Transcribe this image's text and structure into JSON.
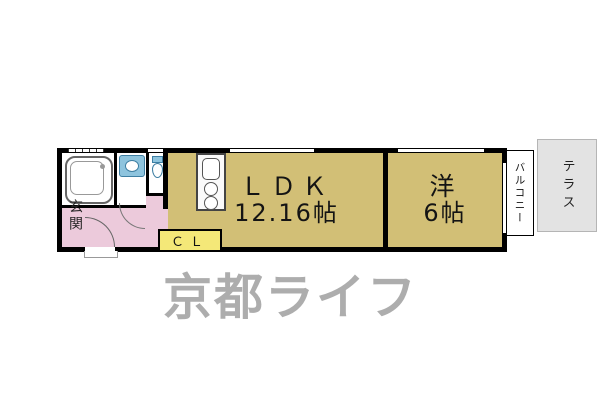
{
  "watermark": {
    "text": "京都ライフ"
  },
  "rooms": {
    "ldk": {
      "name": "ＬＤＫ",
      "area": "12.16帖"
    },
    "western": {
      "name": "洋",
      "area": "6帖"
    },
    "closet": {
      "label": "ＣＬ"
    },
    "entrance": {
      "label": "玄関"
    },
    "balcony": {
      "label": "バルコニー"
    },
    "terrace": {
      "label": "テラス"
    }
  },
  "icons": {
    "bathtub": "rounded-rect-tub",
    "washbasin": "blue-basin-with-bowl",
    "toilet": "tank-and-bowl",
    "kitchen": "sink-with-two-burners"
  },
  "colors": {
    "room-fill": "#d2bf76",
    "hall-fill": "#eccadb",
    "closet-fill": "#f4e878",
    "terrace-fill": "#e3e3e3",
    "fixture-blue": "#8ec4de",
    "fixture-border": "#3e7fa3",
    "wall": "#000000",
    "watermark": "#9f9f9f"
  }
}
